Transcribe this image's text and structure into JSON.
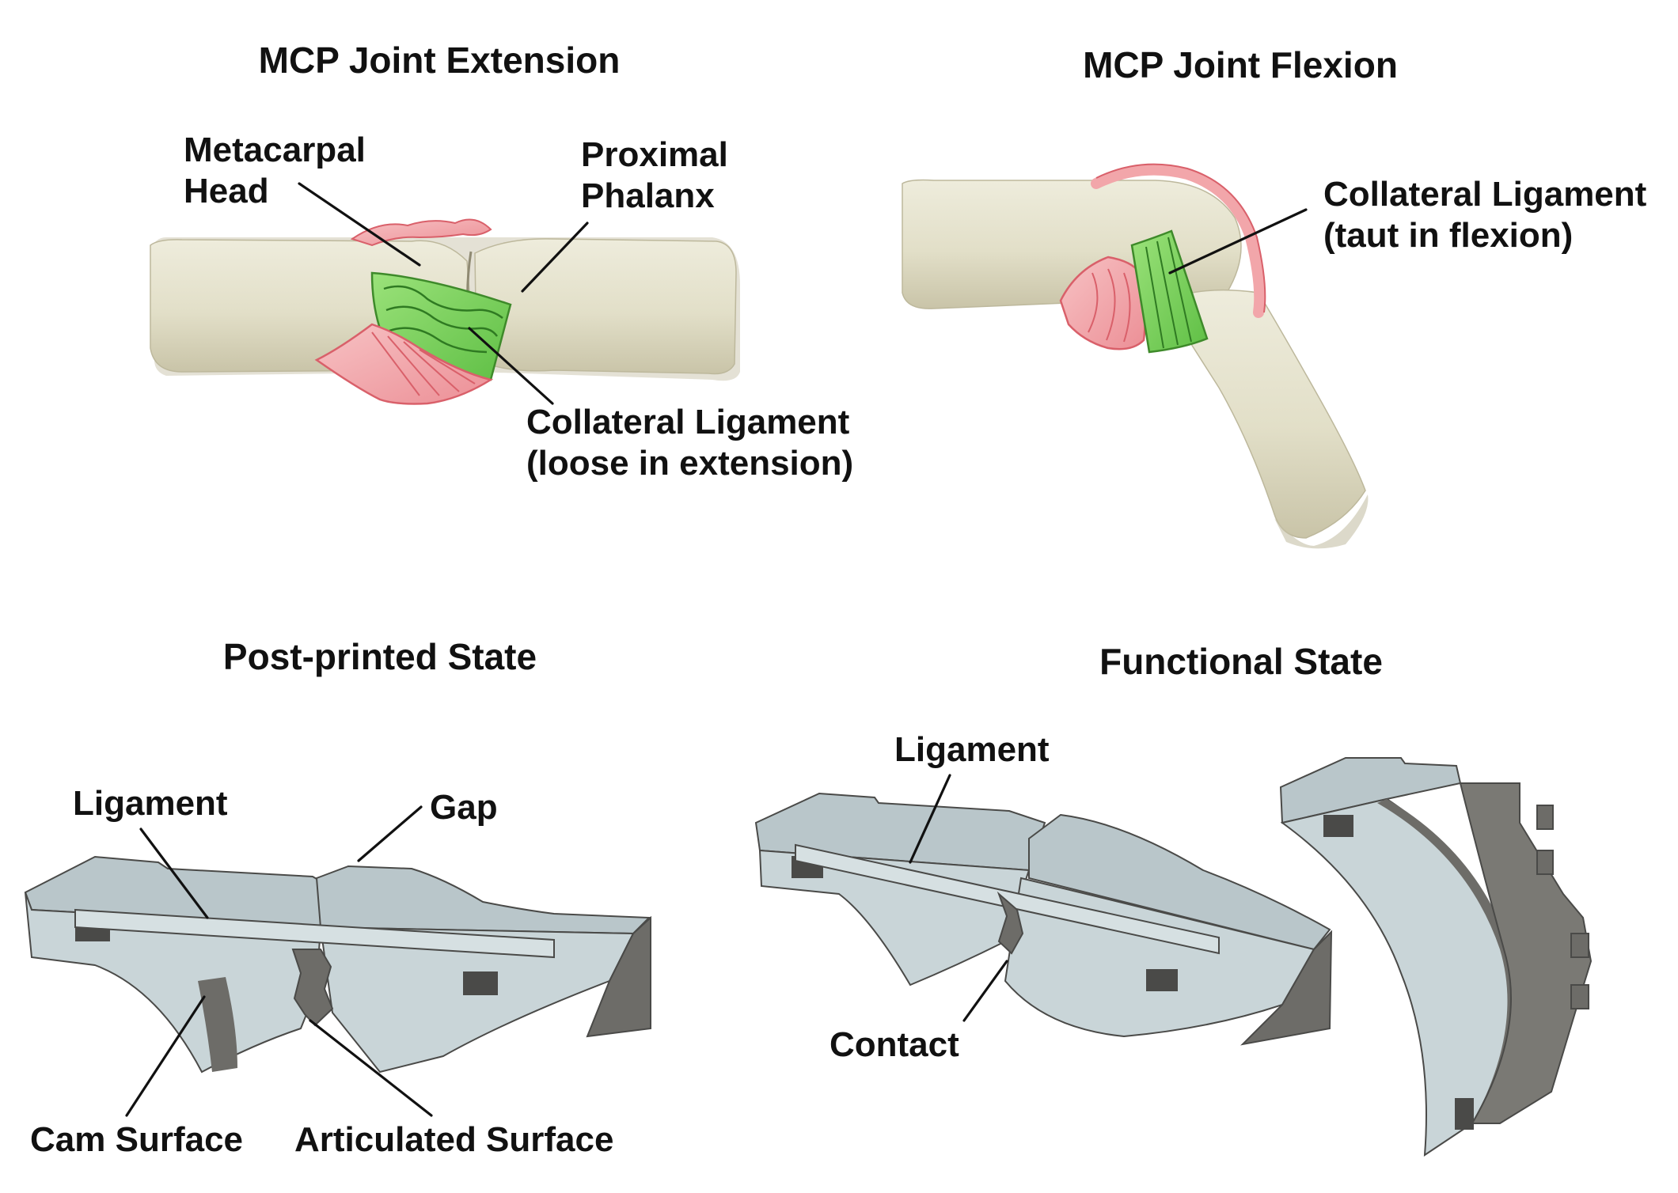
{
  "panels": {
    "extension": {
      "title": "MCP Joint Extension",
      "metacarpal_head": [
        "Metacarpal",
        "Head"
      ],
      "proximal_phalanx": [
        "Proximal",
        "Phalanx"
      ],
      "collateral_ligament": [
        "Collateral Ligament",
        "(loose in extension)"
      ]
    },
    "flexion": {
      "title": "MCP Joint Flexion",
      "collateral_ligament": [
        "Collateral Ligament",
        "(taut in flexion)"
      ]
    },
    "post_printed": {
      "title": "Post-printed State",
      "ligament": "Ligament",
      "gap": "Gap",
      "cam_surface": "Cam Surface",
      "articulated_surface": "Articulated Surface"
    },
    "functional": {
      "title": "Functional State",
      "ligament": "Ligament",
      "contact": "Contact"
    }
  },
  "colors": {
    "bone": "#e6e3cf",
    "bone_shadow": "#cfcab0",
    "ligament_green": "#7fd45e",
    "ligament_green_dark": "#3e8a2a",
    "soft_tissue_pink": "#f2a6aa",
    "soft_tissue_dark": "#d9606a",
    "part_light": "#b7c4c8",
    "part_face": "#c9d5d8",
    "part_dark": "#6d6c68",
    "part_edge": "#4a4a48"
  }
}
